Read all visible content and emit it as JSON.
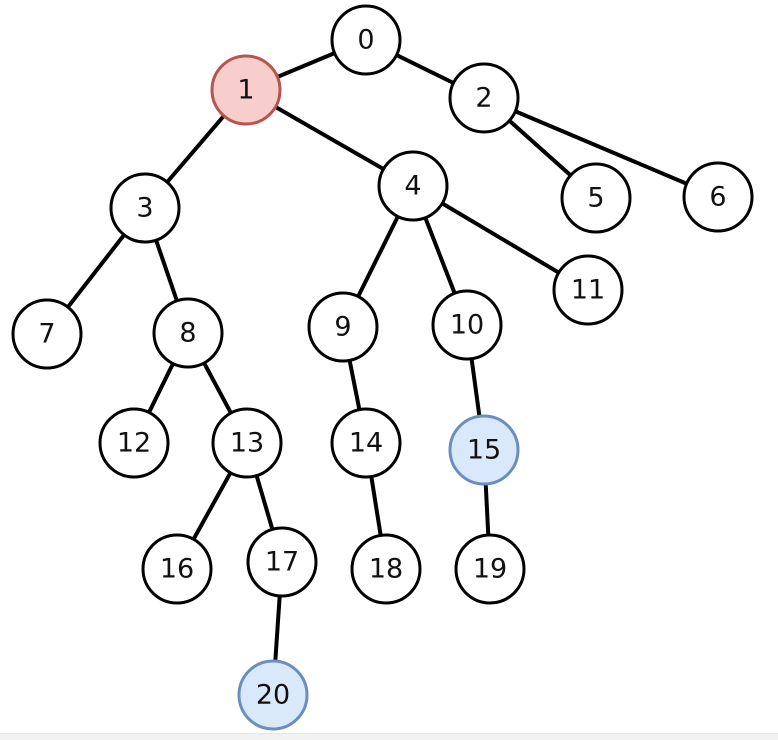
{
  "colors": {
    "background": "#ffffff",
    "edge": "#000000",
    "default_fill": "#ffffff",
    "default_stroke": "#000000",
    "root_fill": "#f8cecc",
    "root_stroke": "#b85450",
    "highlight_fill": "#dae8fc",
    "highlight_stroke": "#6c8ebf"
  },
  "tree": {
    "nodes": [
      {
        "id": "0",
        "label": "0",
        "style": "default"
      },
      {
        "id": "1",
        "label": "1",
        "style": "root"
      },
      {
        "id": "2",
        "label": "2",
        "style": "default"
      },
      {
        "id": "3",
        "label": "3",
        "style": "default"
      },
      {
        "id": "4",
        "label": "4",
        "style": "default"
      },
      {
        "id": "5",
        "label": "5",
        "style": "default"
      },
      {
        "id": "6",
        "label": "6",
        "style": "default"
      },
      {
        "id": "7",
        "label": "7",
        "style": "default"
      },
      {
        "id": "8",
        "label": "8",
        "style": "default"
      },
      {
        "id": "9",
        "label": "9",
        "style": "default"
      },
      {
        "id": "10",
        "label": "10",
        "style": "default"
      },
      {
        "id": "11",
        "label": "11",
        "style": "default"
      },
      {
        "id": "12",
        "label": "12",
        "style": "default"
      },
      {
        "id": "13",
        "label": "13",
        "style": "default"
      },
      {
        "id": "14",
        "label": "14",
        "style": "default"
      },
      {
        "id": "15",
        "label": "15",
        "style": "highlight"
      },
      {
        "id": "16",
        "label": "16",
        "style": "default"
      },
      {
        "id": "17",
        "label": "17",
        "style": "default"
      },
      {
        "id": "18",
        "label": "18",
        "style": "default"
      },
      {
        "id": "19",
        "label": "19",
        "style": "default"
      },
      {
        "id": "20",
        "label": "20",
        "style": "highlight"
      }
    ],
    "edges": [
      [
        "0",
        "1"
      ],
      [
        "0",
        "2"
      ],
      [
        "1",
        "3"
      ],
      [
        "1",
        "4"
      ],
      [
        "2",
        "5"
      ],
      [
        "2",
        "6"
      ],
      [
        "3",
        "7"
      ],
      [
        "3",
        "8"
      ],
      [
        "4",
        "9"
      ],
      [
        "4",
        "10"
      ],
      [
        "4",
        "11"
      ],
      [
        "8",
        "12"
      ],
      [
        "8",
        "13"
      ],
      [
        "9",
        "14"
      ],
      [
        "10",
        "15"
      ],
      [
        "13",
        "16"
      ],
      [
        "13",
        "17"
      ],
      [
        "14",
        "18"
      ],
      [
        "15",
        "19"
      ],
      [
        "17",
        "20"
      ]
    ]
  }
}
